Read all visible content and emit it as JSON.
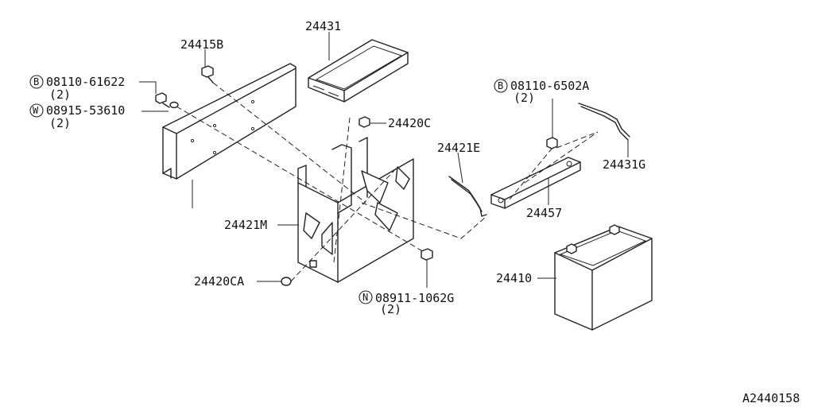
{
  "figure_id": "A2440158",
  "parts": [
    {
      "key": "p24431",
      "number": "24431"
    },
    {
      "key": "p24415B",
      "number": "24415B"
    },
    {
      "key": "p08110a",
      "prefix": "B",
      "number": "08110-61622",
      "qty": "(2)"
    },
    {
      "key": "p08915",
      "prefix": "W",
      "number": "08915-53610",
      "qty": "(2)"
    },
    {
      "key": "p24420C",
      "number": "24420C"
    },
    {
      "key": "p24421E",
      "number": "24421E"
    },
    {
      "key": "p08110b",
      "prefix": "B",
      "number": "08110-6502A",
      "qty": "(2)"
    },
    {
      "key": "p24431G",
      "number": "24431G"
    },
    {
      "key": "p24457",
      "number": "24457"
    },
    {
      "key": "p24421M",
      "number": "24421M"
    },
    {
      "key": "p24410",
      "number": "24410"
    },
    {
      "key": "p24420CA",
      "number": "24420CA"
    },
    {
      "key": "p08911",
      "prefix": "N",
      "number": "08911-1062G",
      "qty": "(2)"
    }
  ]
}
